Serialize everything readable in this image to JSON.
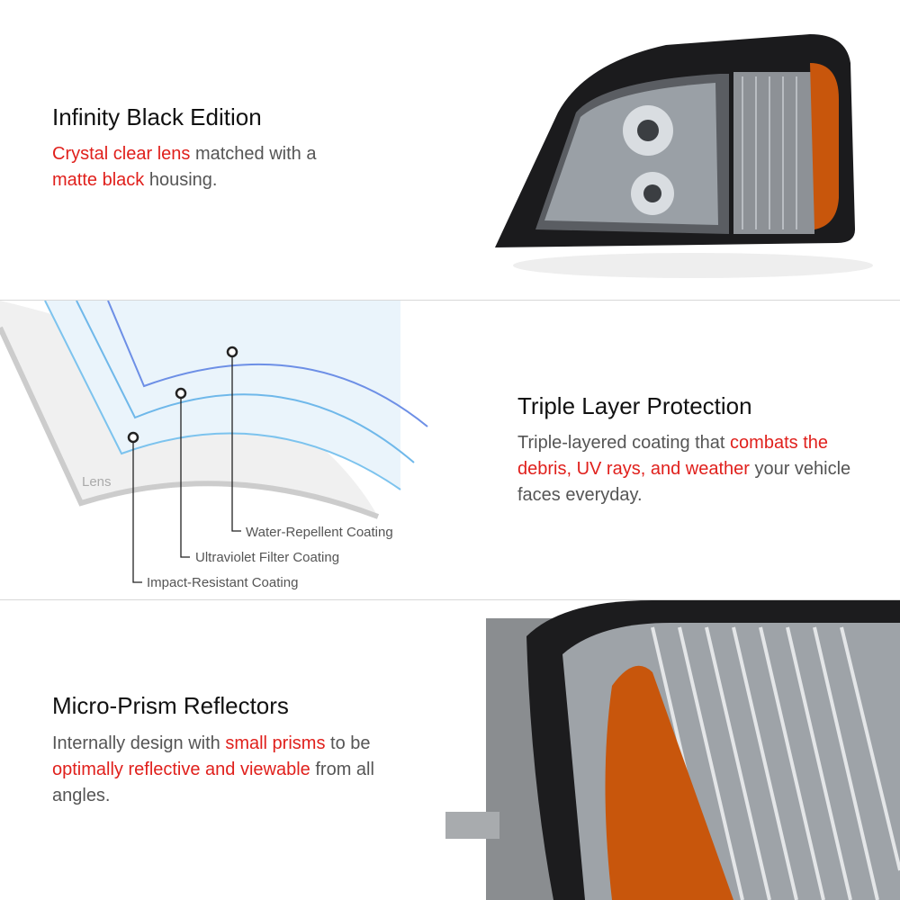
{
  "sections": [
    {
      "title": "Infinity Black Edition",
      "body": [
        {
          "text": "Crystal clear lens",
          "hl": true
        },
        {
          "text": " matched with a ",
          "hl": false
        },
        {
          "text": "matte black",
          "hl": true
        },
        {
          "text": " housing.",
          "hl": false
        }
      ]
    },
    {
      "title": "Triple Layer Protection",
      "body": [
        {
          "text": "Triple-layered coating that ",
          "hl": false
        },
        {
          "text": "combats the debris, UV rays, and weather",
          "hl": true
        },
        {
          "text": " your vehicle faces everyday.",
          "hl": false
        }
      ],
      "diagram": {
        "lens_label": "Lens",
        "layers": [
          "Water-Repellent Coating",
          "Ultraviolet Filter Coating",
          "Impact-Resistant Coating"
        ]
      }
    },
    {
      "title": "Micro-Prism Reflectors",
      "body": [
        {
          "text": "Internally design with ",
          "hl": false
        },
        {
          "text": "small prisms",
          "hl": true
        },
        {
          "text": " to be ",
          "hl": false
        },
        {
          "text": "optimally reflective and viewable",
          "hl": true
        },
        {
          "text": " from all angles.",
          "hl": false
        }
      ]
    }
  ],
  "colors": {
    "accent": "#e0201c",
    "amber": "#c8560c"
  }
}
